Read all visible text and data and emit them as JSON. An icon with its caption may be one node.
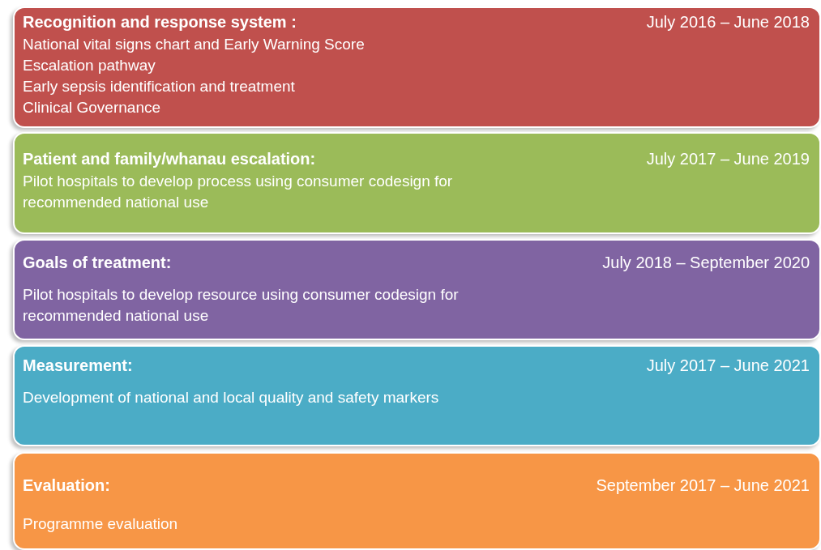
{
  "diagram": {
    "nodes": [
      {
        "text": [
          "Recognition and response system :",
          "July 2016 – June 2018",
          "National vital signs chart  and Early Warning Score",
          "Escalation pathway",
          "Early sepsis identification and treatment",
          "Clinical Governance"
        ]
      },
      {
        "text": [
          "Patient and family/whanau escalation:",
          "July 2017 – June 2019",
          "Pilot hospitals to develop process  using consumer codesign for recommended national use"
        ]
      },
      {
        "text": [
          "**Goals of treatment**:",
          "July 2018 – September 2020",
          "Pilot hospitals to develop resource using consumer codesign for recommended national use"
        ]
      },
      {
        "text": [
          "Measurement:",
          "July 2017 – June 2021",
          "Development of national and local quality and safety markers"
        ]
      },
      {
        "text": [
          "Evaluation:",
          "September 2017 – June 2021",
          "Programme evaluation"
        ]
      }
    ]
  }
}
